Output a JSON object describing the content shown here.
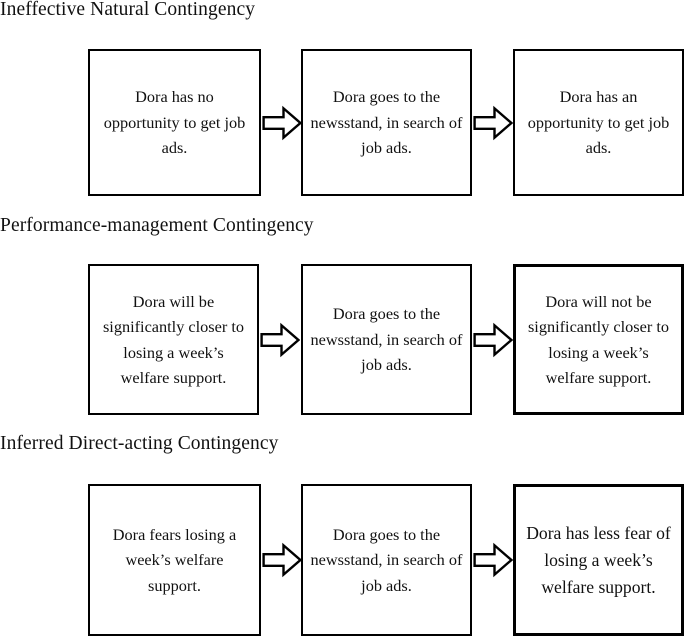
{
  "figure": {
    "type": "flow-diagram",
    "background": "#ffffff",
    "line_color": "#000000"
  },
  "sections": [
    {
      "title": "Ineffective Natural Contingency",
      "nodes": [
        "Dora has no opportunity to get job ads.",
        "Dora goes to the newsstand, in search of job ads.",
        "Dora has an opportunity to get job ads."
      ],
      "connectors": [
        "block-arrow-right",
        "block-arrow-right"
      ]
    },
    {
      "title": "Performance-management Contingency",
      "nodes": [
        "Dora will be significantly closer to losing a week’s welfare support.",
        "Dora goes to the newsstand, in search of job ads.",
        "Dora will not be significantly closer to losing a week’s welfare support."
      ],
      "connectors": [
        "block-arrow-right",
        "block-arrow-right"
      ]
    },
    {
      "title": "Inferred Direct-acting Contingency",
      "nodes": [
        "Dora fears losing a week’s welfare support.",
        "Dora goes to the newsstand, in search of job ads.",
        "Dora has less fear of losing a week’s welfare support."
      ],
      "connectors": [
        "block-arrow-right",
        "block-arrow-right"
      ]
    }
  ]
}
